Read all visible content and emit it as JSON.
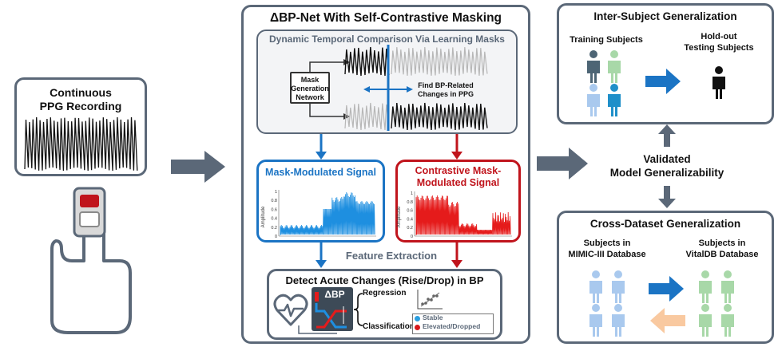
{
  "left": {
    "title_line1": "Continuous",
    "title_line2": "PPG Recording"
  },
  "center": {
    "title": "ΔBP-Net With Self-Contrastive Masking",
    "dynamic_title": "Dynamic Temporal Comparison Via Learning Masks",
    "mask_network_line1": "Mask",
    "mask_network_line2": "Generation",
    "mask_network_line3": "Network",
    "find_line1": "Find BP-Related",
    "find_line2": "Changes in PPG",
    "mask_modulated_title": "Mask-Modulated Signal",
    "contrastive_title_line1": "Contrastive Mask-",
    "contrastive_title_line2": "Modulated Signal",
    "amplitude_label": "Amplitude",
    "y_ticks": [
      "1",
      "0.8",
      "0.6",
      "0.4",
      "0.2",
      "0"
    ],
    "feature_extraction": "Feature Extraction",
    "detect_title": "Detect Acute Changes (Rise/Drop) in BP",
    "dbp_label": "ΔBP",
    "regression_label": "Regression",
    "classification_label": "Classification",
    "legend_stable": "Stable",
    "legend_elevated": "Elevated/Dropped"
  },
  "right": {
    "inter_title": "Inter-Subject Generalization",
    "training_subjects": "Training Subjects",
    "holdout_line1": "Hold-out",
    "holdout_line2": "Testing Subjects",
    "validated_line1": "Validated",
    "validated_line2": "Model Generalizability",
    "cross_title": "Cross-Dataset Generalization",
    "mimic_line1": "Subjects in",
    "mimic_line2": "MIMIC-III Database",
    "vitaldb_line1": "Subjects in",
    "vitaldb_line2": "VitalDB Database"
  },
  "colors": {
    "border": "#5b6878",
    "blue": "#1b74c4",
    "red": "#c0141c",
    "arrow_gray": "#5b6878",
    "signal_blue": "#1e8fe0",
    "signal_red": "#e51b1b",
    "stable_dot": "#2b9fe0",
    "elevated_dot": "#d7191c",
    "person_green": "#a8d8a8",
    "person_lightblue": "#a9c9ee",
    "person_teal": "#1f8fc9",
    "person_slate": "#4d6575",
    "orange_arrow": "#f9c9a0"
  }
}
